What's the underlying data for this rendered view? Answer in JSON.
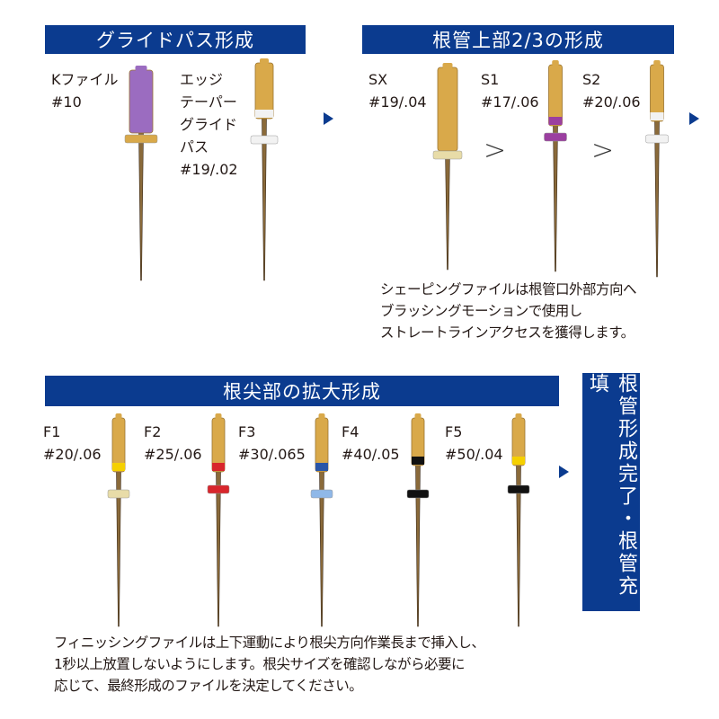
{
  "headers": {
    "glidepath": "グライドパス形成",
    "upper": "根管上部2/3の形成",
    "apical": "根尖部の拡大形成",
    "final": "根管形成完了・根管充填"
  },
  "glidepath_files": [
    {
      "name": "Kファイル",
      "size": "#10"
    },
    {
      "name": "エッジ\nテーパー\nグライド\nパス",
      "size": "#19/.02"
    }
  ],
  "shaping_files": [
    {
      "name": "SX",
      "size": "#19/.04"
    },
    {
      "name": "S1",
      "size": "#17/.06"
    },
    {
      "name": "S2",
      "size": "#20/.06"
    }
  ],
  "shaping_arrow": ">",
  "shaping_note": [
    "シェーピングファイルは根管口外部方向へ",
    "ブラッシングモーションで使用し",
    "ストレートラインアクセスを獲得します。"
  ],
  "finishing_files": [
    {
      "name": "F1",
      "size": "#20/.06"
    },
    {
      "name": "F2",
      "size": "#25/.06"
    },
    {
      "name": "F3",
      "size": "#30/.065"
    },
    {
      "name": "F4",
      "size": "#40/.05"
    },
    {
      "name": "F5",
      "size": "#50/.04"
    }
  ],
  "finishing_note": [
    "フィニッシングファイルは上下運動により根尖方向作業長まで挿入し、",
    "1秒以上放置しないようにします。根尖サイズを確認しながら必要に",
    "応じて、最終形成のファイルを決定してください。"
  ],
  "colors": {
    "brand": "#0b3b8f",
    "gold": "#d9a94a",
    "k10": "#9b6cc0",
    "s1": "#9b3fa0",
    "white": "#f2f2f2",
    "f1": "#f5d000",
    "f2": "#d8262c",
    "f3": "#2a56a8",
    "f4": "#111111",
    "f5": "#f5d000"
  }
}
